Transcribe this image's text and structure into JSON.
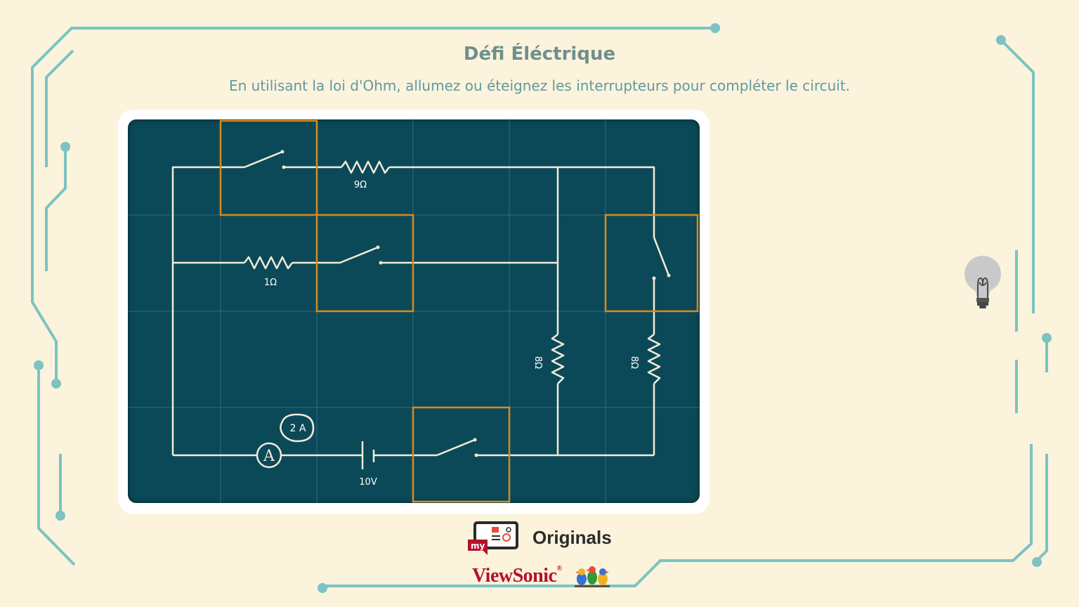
{
  "game": {
    "title": "Défi Éléctrique",
    "instructions": "En utilisant la loi d'Ohm, allumez ou éteignez les interrupteurs pour compléter le circuit."
  },
  "circuit": {
    "resistors": [
      {
        "id": "r_top",
        "label": "9Ω"
      },
      {
        "id": "r_mid",
        "label": "1Ω"
      },
      {
        "id": "r_right1",
        "label": "8Ω"
      },
      {
        "id": "r_right2",
        "label": "8Ω"
      }
    ],
    "battery_label": "10V",
    "ammeter_symbol": "A",
    "ammeter_reading": "2 A",
    "switches": [
      {
        "id": "switch-1",
        "state": "open"
      },
      {
        "id": "switch-2",
        "state": "open"
      },
      {
        "id": "switch-3",
        "state": "open"
      },
      {
        "id": "switch-4",
        "state": "open"
      }
    ],
    "bulb_state": "off"
  },
  "branding": {
    "originals_label": "Originals",
    "my_label": "my",
    "viewsonic_label": "ViewSonic",
    "registered": "®"
  },
  "colors": {
    "background": "#fbf3dc",
    "board": "#0b4958",
    "wire": "#f2ecd9",
    "switch_box": "#d98a1c",
    "deco_lines": "#7cc3c2",
    "title": "#6f8f8c"
  }
}
